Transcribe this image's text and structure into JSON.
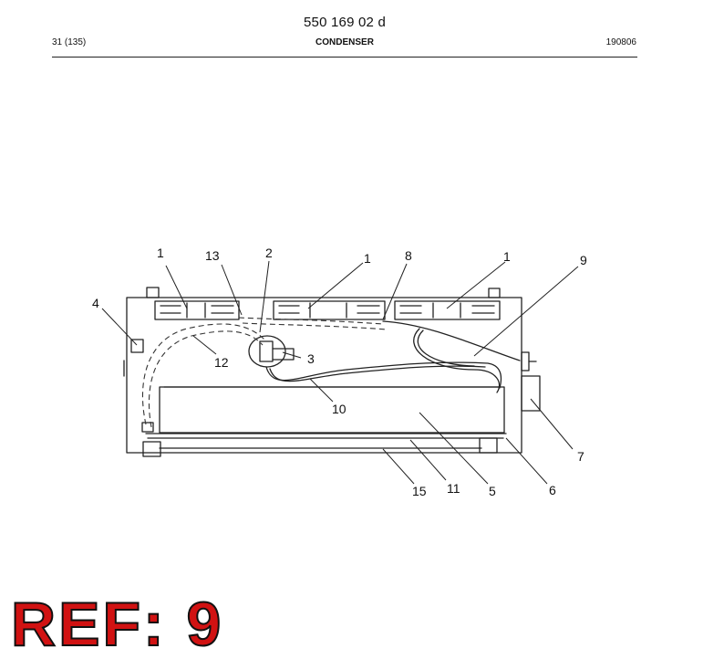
{
  "header": {
    "doc_number": "550 169 02 d",
    "page": "31 (135)",
    "section_title": "CONDENSER",
    "date_code": "190806"
  },
  "diagram": {
    "callouts": [
      "1",
      "13",
      "2",
      "1",
      "8",
      "1",
      "9",
      "4",
      "3",
      "12",
      "10",
      "7",
      "15",
      "11",
      "5",
      "6"
    ]
  },
  "stamp": {
    "text": "REF: 9"
  }
}
